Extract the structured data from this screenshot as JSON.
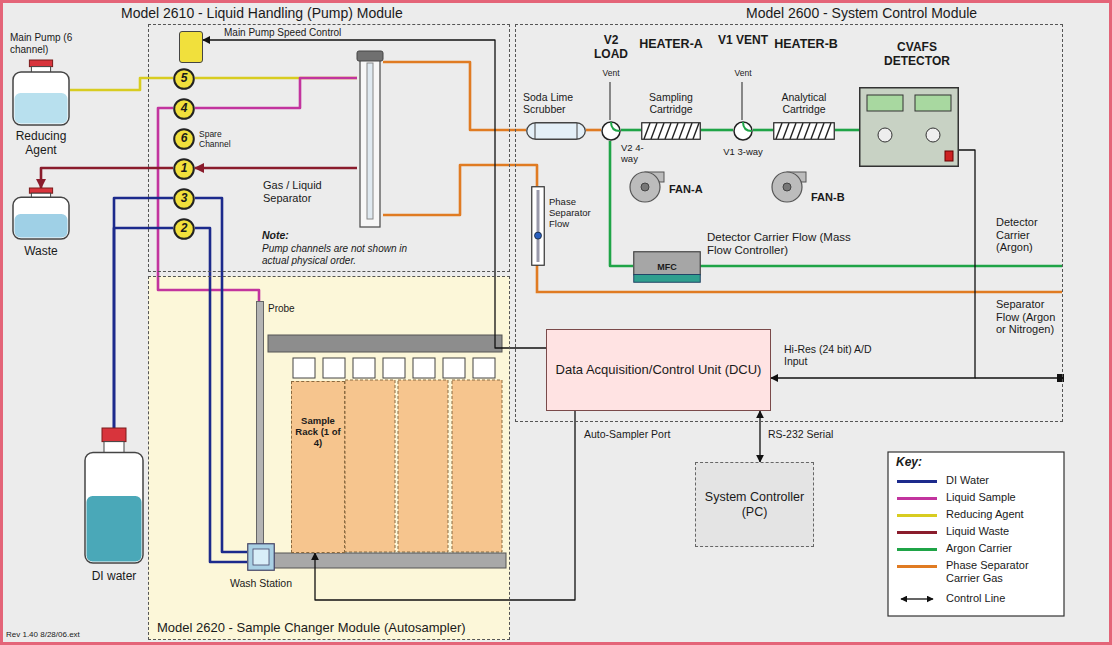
{
  "diagram": {
    "nodes": [
      {
        "text": [
          "Model 2610 - Liquid Handling (Pump) Module"
        ]
      },
      {
        "text": [
          "Main Pump (6 channel)"
        ],
        "in": 0
      },
      {
        "text": [
          "5"
        ],
        "in": 0
      },
      {
        "text": [
          "4"
        ],
        "in": 0
      },
      {
        "text": [
          "6",
          "Spare Channel"
        ],
        "in": 0
      },
      {
        "text": [
          "1"
        ],
        "in": 0
      },
      {
        "text": [
          "3"
        ],
        "in": 0
      },
      {
        "text": [
          "2"
        ],
        "in": 0
      },
      {
        "text": [
          "Gas / Liquid Separator"
        ],
        "in": 0
      },
      {
        "text": [
          "Model 2600 - System Control Module"
        ]
      },
      {
        "text": [
          "Soda Lime Scrubber"
        ],
        "in": 9
      },
      {
        "text": [
          "V2 LOAD",
          "Vent",
          "V2 4-way"
        ],
        "in": 9
      },
      {
        "text": [
          "HEATER-A",
          "Sampling Cartridge"
        ],
        "in": 9
      },
      {
        "text": [
          "V1 VENT",
          "Vent",
          "V1 3-way"
        ],
        "in": 9
      },
      {
        "text": [
          "HEATER-B",
          "Analytical Cartridge"
        ],
        "in": 9
      },
      {
        "text": [
          "CVAFS DETECTOR"
        ],
        "in": 9
      },
      {
        "text": [
          "FAN-A"
        ],
        "in": 9
      },
      {
        "text": [
          "FAN-B"
        ],
        "in": 9
      },
      {
        "text": [
          "Phase Separator Flow"
        ],
        "in": 9
      },
      {
        "text": [
          "MFC",
          "Detector Carrier Flow (Mass Flow Controller)"
        ],
        "in": 9
      },
      {
        "text": [
          "Data Acquisition/Control Unit (DCU)"
        ],
        "in": 9
      },
      {
        "text": [
          "System Controller (PC)"
        ]
      },
      {
        "text": [
          "Model 2620 - Sample Changer Module (Autosampler)"
        ]
      },
      {
        "text": [
          "Probe"
        ],
        "in": 22
      },
      {
        "text": [
          "Sample Rack (1 of 4)"
        ],
        "in": 22
      },
      {
        "text": [
          "Wash Station"
        ],
        "in": 22
      },
      {
        "text": [
          "Reducing Agent"
        ]
      },
      {
        "text": [
          "Waste"
        ]
      },
      {
        "text": [
          "DI water"
        ]
      }
    ],
    "edges": [
      {
        "from": 26,
        "to": 2,
        "arrow": "none"
      },
      {
        "from": 2,
        "to": 8,
        "arrow": "none"
      },
      {
        "from": 3,
        "to": 8,
        "arrow": "none"
      },
      {
        "from": 23,
        "to": 3,
        "arrow": "none"
      },
      {
        "from": 8,
        "to": 5,
        "arrow": "to"
      },
      {
        "from": 5,
        "to": 27,
        "arrow": "to"
      },
      {
        "from": 28,
        "to": 6,
        "arrow": "none"
      },
      {
        "from": 28,
        "to": 7,
        "arrow": "none"
      },
      {
        "from": 6,
        "to": 25,
        "arrow": "none"
      },
      {
        "from": 7,
        "to": 25,
        "arrow": "none"
      },
      {
        "from": 8,
        "to": 10,
        "arrow": "none"
      },
      {
        "from": 18,
        "to": 8,
        "arrow": "none"
      },
      {
        "from": 10,
        "to": 11,
        "arrow": "none"
      },
      {
        "from": 19,
        "to": 11,
        "arrow": "none"
      },
      {
        "from": 11,
        "to": 12,
        "arrow": "none"
      },
      {
        "from": 12,
        "to": 13,
        "arrow": "none"
      },
      {
        "from": 13,
        "to": 14,
        "arrow": "none"
      },
      {
        "from": 14,
        "to": 15,
        "arrow": "none"
      },
      {
        "from": 15,
        "to": 20,
        "label": "Hi-Res (24 bit) A/D Input",
        "arrow": "to"
      },
      {
        "from": 20,
        "to": 1,
        "label": "Main Pump Speed Control",
        "arrow": "to"
      },
      {
        "from": 20,
        "to": 21,
        "label": "RS-232 Serial",
        "arrow": "both"
      },
      {
        "from": 20,
        "to": 24,
        "label": "Auto-Sampler Port",
        "arrow": "to"
      }
    ],
    "labels": [
      "Note:",
      "Pump channels are not shown in actual physical order.",
      "Detector Carrier (Argon)",
      "Separator Flow (Argon or Nitrogen)",
      "Key:",
      "Rev 1.40 8/28/06.ext"
    ],
    "legend": [
      {
        "text": "DI Water",
        "color": "#1c2a8c"
      },
      {
        "text": "Liquid Sample",
        "color": "#c2349e"
      },
      {
        "text": "Reducing Agent",
        "color": "#d8cc20"
      },
      {
        "text": "Liquid Waste",
        "color": "#8a1c2c"
      },
      {
        "text": "Argon Carrier",
        "color": "#1fa447"
      },
      {
        "text": "Phase Separator Carrier Gas",
        "color": "#e07b22"
      },
      {
        "text": "Control Line"
      }
    ]
  }
}
